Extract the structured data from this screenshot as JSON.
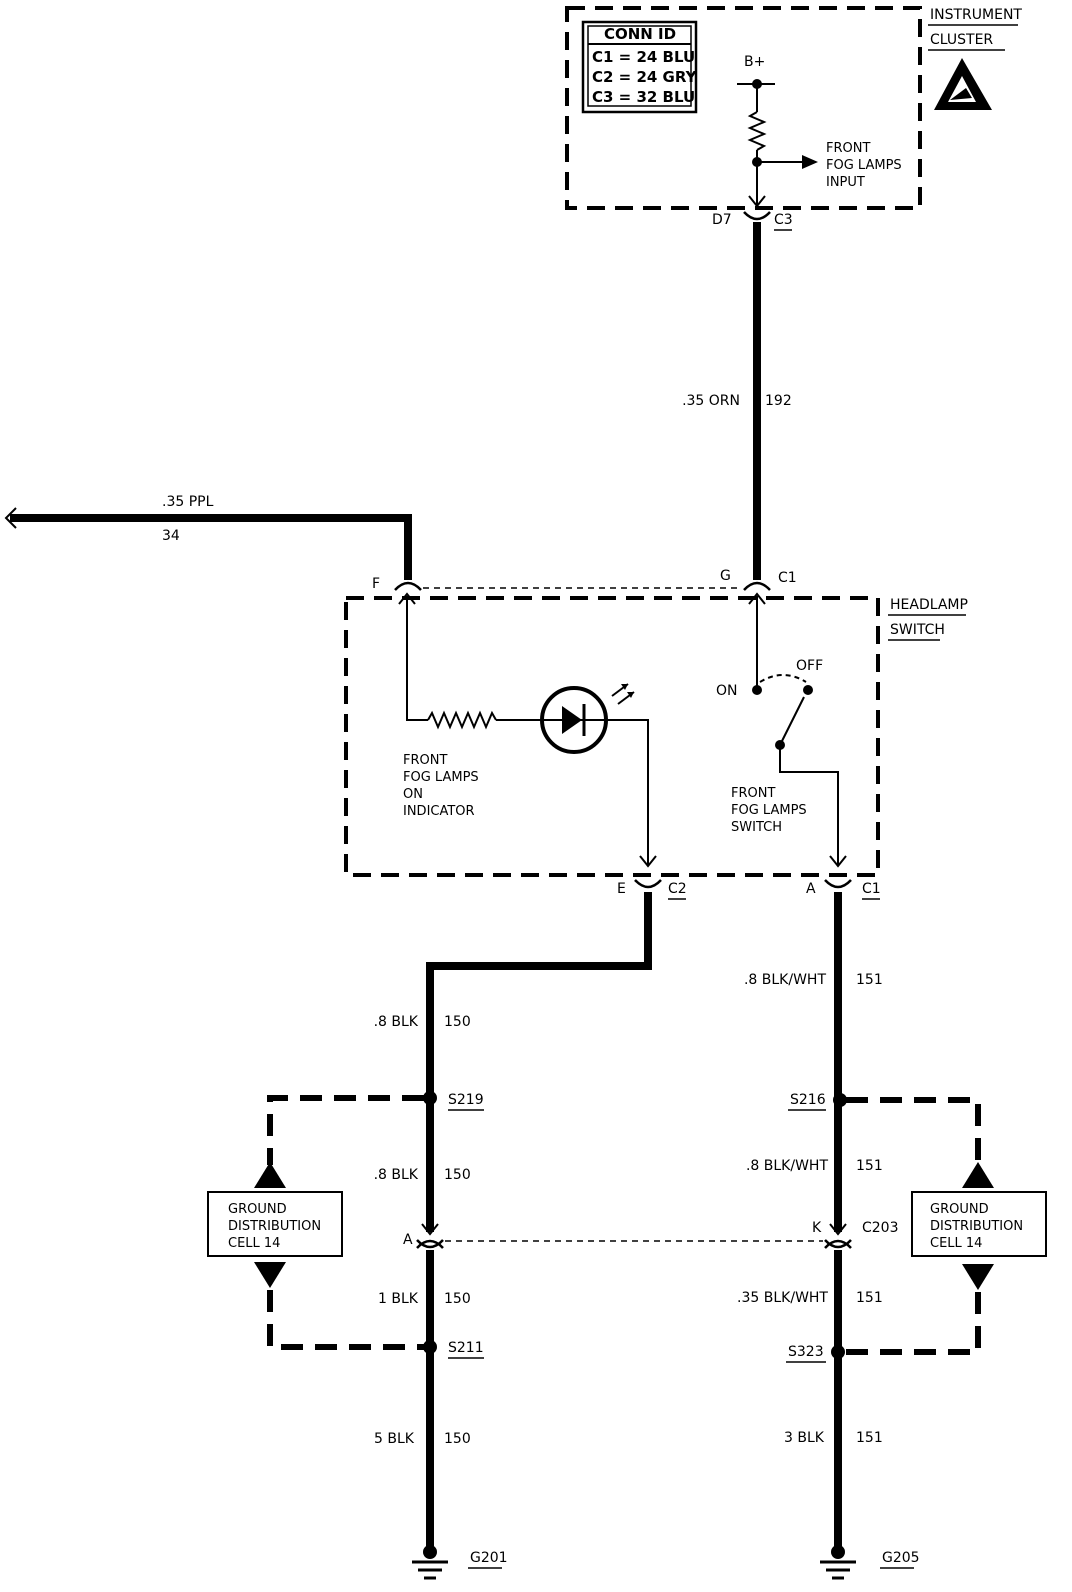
{
  "conn_id": {
    "title": "CONN ID",
    "rows": [
      "C1 = 24 BLU",
      "C2 = 24 GRY",
      "C3 = 32 BLU"
    ]
  },
  "instrument_cluster": {
    "name_line1": "INSTRUMENT",
    "name_line2": "CLUSTER",
    "supply": "B+",
    "input_label": [
      "FRONT",
      "FOG LAMPS",
      "INPUT"
    ],
    "pin": "D7",
    "connector": "C3"
  },
  "wire_192": {
    "gauge_color": ".35 ORN",
    "circuit": "192"
  },
  "wire_34": {
    "gauge_color": ".35 PPL",
    "circuit": "34"
  },
  "headlamp_switch": {
    "name_line1": "HEADLAMP",
    "name_line2": "SWITCH",
    "pin_f": "F",
    "pin_g": "G",
    "connector_top": "C1",
    "on_label": "ON",
    "off_label": "OFF",
    "indicator_label": [
      "FRONT",
      "FOG LAMPS",
      "ON",
      "INDICATOR"
    ],
    "switch_label": [
      "FRONT",
      "FOG LAMPS",
      "SWITCH"
    ],
    "pin_e": "E",
    "connector_e": "C2",
    "pin_a": "A",
    "connector_a": "C1"
  },
  "left_branch": {
    "seg1": {
      "gauge_color": ".8 BLK",
      "circuit": "150"
    },
    "splice_top": "S219",
    "seg2": {
      "gauge_color": ".8 BLK",
      "circuit": "150"
    },
    "connector_pin": "A",
    "seg3": {
      "gauge_color": "1 BLK",
      "circuit": "150"
    },
    "splice_bottom": "S211",
    "seg4": {
      "gauge_color": "5 BLK",
      "circuit": "150"
    },
    "ground": "G201",
    "ground_box": [
      "GROUND",
      "DISTRIBUTION",
      "CELL  14"
    ]
  },
  "right_branch": {
    "seg1": {
      "gauge_color": ".8 BLK/WHT",
      "circuit": "151"
    },
    "splice_top": "S216",
    "seg2": {
      "gauge_color": ".8 BLK/WHT",
      "circuit": "151"
    },
    "connector_pin": "K",
    "connector": "C203",
    "seg3": {
      "gauge_color": ".35 BLK/WHT",
      "circuit": "151"
    },
    "splice_bottom": "S323",
    "seg4": {
      "gauge_color": "3 BLK",
      "circuit": "151"
    },
    "ground": "G205",
    "ground_box": [
      "GROUND",
      "DISTRIBUTION",
      "CELL  14"
    ]
  }
}
